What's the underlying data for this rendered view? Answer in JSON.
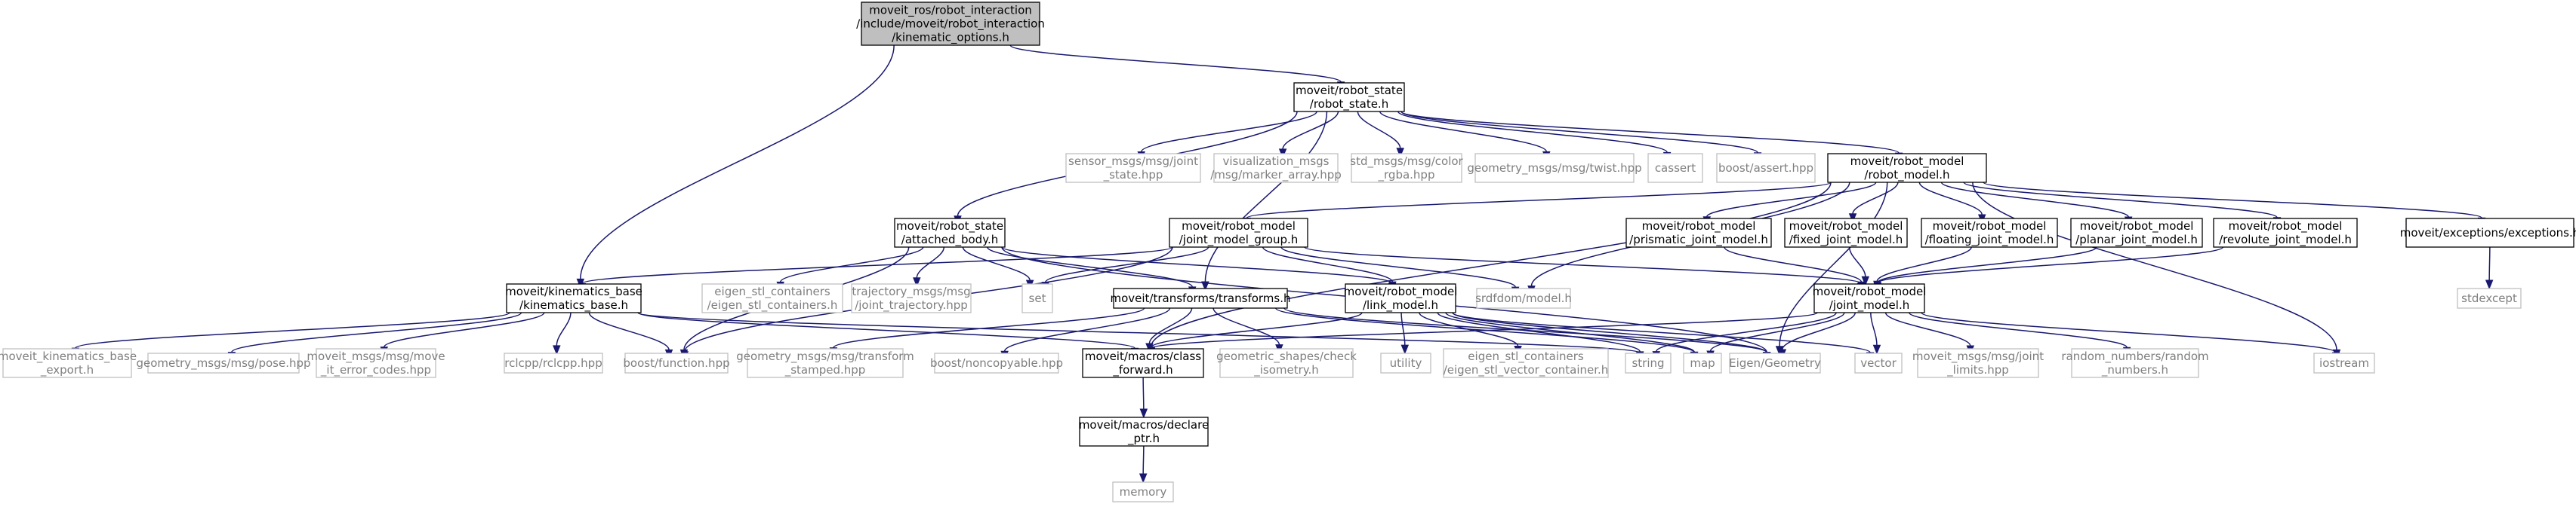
{
  "colors": {
    "edge": "#191970",
    "node_border": "#000000",
    "external_border": "#bfbfbf",
    "root_fill": "#bfbfbf",
    "external_text": "#7f7f7f"
  },
  "nodes": [
    {
      "id": "root",
      "lines": [
        "moveit_ros/robot_interaction",
        "/include/moveit/robot_interaction",
        "/kinematic_options.h"
      ],
      "kind": "root"
    },
    {
      "id": "robot_state",
      "lines": [
        "moveit/robot_state",
        "/robot_state.h"
      ],
      "kind": "doc"
    },
    {
      "id": "kinematics_base",
      "lines": [
        "moveit/kinematics_base",
        "/kinematics_base.h"
      ],
      "kind": "doc"
    },
    {
      "id": "sensor_msgs",
      "lines": [
        "sensor_msgs/msg/joint",
        "_state.hpp"
      ],
      "kind": "ext"
    },
    {
      "id": "visualization_msgs",
      "lines": [
        "visualization_msgs",
        "/msg/marker_array.hpp"
      ],
      "kind": "ext"
    },
    {
      "id": "std_msgs",
      "lines": [
        "std_msgs/msg/color",
        "_rgba.hpp"
      ],
      "kind": "ext"
    },
    {
      "id": "twist",
      "lines": [
        "geometry_msgs/msg/twist.hpp"
      ],
      "kind": "ext"
    },
    {
      "id": "cassert",
      "lines": [
        "cassert"
      ],
      "kind": "ext"
    },
    {
      "id": "boost_assert",
      "lines": [
        "boost/assert.hpp"
      ],
      "kind": "ext"
    },
    {
      "id": "robot_model",
      "lines": [
        "moveit/robot_model",
        "/robot_model.h"
      ],
      "kind": "doc"
    },
    {
      "id": "attached_body",
      "lines": [
        "moveit/robot_state",
        "/attached_body.h"
      ],
      "kind": "doc"
    },
    {
      "id": "joint_model_group",
      "lines": [
        "moveit/robot_model",
        "/joint_model_group.h"
      ],
      "kind": "doc"
    },
    {
      "id": "prismatic",
      "lines": [
        "moveit/robot_model",
        "/prismatic_joint_model.h"
      ],
      "kind": "doc"
    },
    {
      "id": "fixed",
      "lines": [
        "moveit/robot_model",
        "/fixed_joint_model.h"
      ],
      "kind": "doc"
    },
    {
      "id": "floating",
      "lines": [
        "moveit/robot_model",
        "/floating_joint_model.h"
      ],
      "kind": "doc"
    },
    {
      "id": "planar",
      "lines": [
        "moveit/robot_model",
        "/planar_joint_model.h"
      ],
      "kind": "doc"
    },
    {
      "id": "revolute",
      "lines": [
        "moveit/robot_model",
        "/revolute_joint_model.h"
      ],
      "kind": "doc"
    },
    {
      "id": "exceptions",
      "lines": [
        "moveit/exceptions/exceptions.h"
      ],
      "kind": "doc"
    },
    {
      "id": "eigen_stl",
      "lines": [
        "eigen_stl_containers",
        "/eigen_stl_containers.h"
      ],
      "kind": "ext"
    },
    {
      "id": "trajectory_msgs",
      "lines": [
        "trajectory_msgs/msg",
        "/joint_trajectory.hpp"
      ],
      "kind": "ext"
    },
    {
      "id": "set",
      "lines": [
        "set"
      ],
      "kind": "ext"
    },
    {
      "id": "transforms",
      "lines": [
        "moveit/transforms/transforms.h"
      ],
      "kind": "doc"
    },
    {
      "id": "link_model",
      "lines": [
        "moveit/robot_model",
        "/link_model.h"
      ],
      "kind": "doc"
    },
    {
      "id": "srdfdom",
      "lines": [
        "srdfdom/model.h"
      ],
      "kind": "ext"
    },
    {
      "id": "joint_model",
      "lines": [
        "moveit/robot_model",
        "/joint_model.h"
      ],
      "kind": "doc"
    },
    {
      "id": "stdexcept",
      "lines": [
        "stdexcept"
      ],
      "kind": "ext"
    },
    {
      "id": "kb_export",
      "lines": [
        "moveit_kinematics_base",
        "_export.h"
      ],
      "kind": "ext"
    },
    {
      "id": "pose",
      "lines": [
        "geometry_msgs/msg/pose.hpp"
      ],
      "kind": "ext"
    },
    {
      "id": "move_it_error",
      "lines": [
        "moveit_msgs/msg/move",
        "_it_error_codes.hpp"
      ],
      "kind": "ext"
    },
    {
      "id": "rclcpp",
      "lines": [
        "rclcpp/rclcpp.hpp"
      ],
      "kind": "ext"
    },
    {
      "id": "boost_function",
      "lines": [
        "boost/function.hpp"
      ],
      "kind": "ext"
    },
    {
      "id": "transform_stamped",
      "lines": [
        "geometry_msgs/msg/transform",
        "_stamped.hpp"
      ],
      "kind": "ext"
    },
    {
      "id": "noncopyable",
      "lines": [
        "boost/noncopyable.hpp"
      ],
      "kind": "ext"
    },
    {
      "id": "class_forward",
      "lines": [
        "moveit/macros/class",
        "_forward.h"
      ],
      "kind": "doc"
    },
    {
      "id": "check_isometry",
      "lines": [
        "geometric_shapes/check",
        "_isometry.h"
      ],
      "kind": "ext"
    },
    {
      "id": "utility",
      "lines": [
        "utility"
      ],
      "kind": "ext"
    },
    {
      "id": "eigen_vec",
      "lines": [
        "eigen_stl_containers",
        "/eigen_stl_vector_container.h"
      ],
      "kind": "ext"
    },
    {
      "id": "string",
      "lines": [
        "string"
      ],
      "kind": "ext"
    },
    {
      "id": "map",
      "lines": [
        "map"
      ],
      "kind": "ext"
    },
    {
      "id": "eigen_geometry",
      "lines": [
        "Eigen/Geometry"
      ],
      "kind": "ext"
    },
    {
      "id": "vector",
      "lines": [
        "vector"
      ],
      "kind": "ext"
    },
    {
      "id": "joint_limits",
      "lines": [
        "moveit_msgs/msg/joint",
        "_limits.hpp"
      ],
      "kind": "ext"
    },
    {
      "id": "random_numbers",
      "lines": [
        "random_numbers/random",
        "_numbers.h"
      ],
      "kind": "ext"
    },
    {
      "id": "iostream",
      "lines": [
        "iostream"
      ],
      "kind": "ext"
    },
    {
      "id": "declare_ptr",
      "lines": [
        "moveit/macros/declare",
        "_ptr.h"
      ],
      "kind": "doc"
    },
    {
      "id": "memory",
      "lines": [
        "memory"
      ],
      "kind": "ext"
    }
  ],
  "edges": [
    [
      "root",
      "robot_state"
    ],
    [
      "root",
      "kinematics_base"
    ],
    [
      "robot_state",
      "sensor_msgs"
    ],
    [
      "robot_state",
      "visualization_msgs"
    ],
    [
      "robot_state",
      "std_msgs"
    ],
    [
      "robot_state",
      "twist"
    ],
    [
      "robot_state",
      "cassert"
    ],
    [
      "robot_state",
      "boost_assert"
    ],
    [
      "robot_state",
      "robot_model"
    ],
    [
      "robot_state",
      "attached_body"
    ],
    [
      "robot_state",
      "transforms"
    ],
    [
      "robot_model",
      "joint_model_group"
    ],
    [
      "robot_model",
      "prismatic"
    ],
    [
      "robot_model",
      "fixed"
    ],
    [
      "robot_model",
      "floating"
    ],
    [
      "robot_model",
      "planar"
    ],
    [
      "robot_model",
      "revolute"
    ],
    [
      "robot_model",
      "exceptions"
    ],
    [
      "robot_model",
      "class_forward"
    ],
    [
      "robot_model",
      "srdfdom"
    ],
    [
      "robot_model",
      "eigen_geometry"
    ],
    [
      "robot_model",
      "iostream"
    ],
    [
      "attached_body",
      "eigen_stl"
    ],
    [
      "attached_body",
      "trajectory_msgs"
    ],
    [
      "attached_body",
      "set"
    ],
    [
      "attached_body",
      "transforms"
    ],
    [
      "attached_body",
      "link_model"
    ],
    [
      "attached_body",
      "boost_function"
    ],
    [
      "attached_body",
      "eigen_geometry"
    ],
    [
      "joint_model_group",
      "kinematics_base"
    ],
    [
      "joint_model_group",
      "set"
    ],
    [
      "joint_model_group",
      "link_model"
    ],
    [
      "joint_model_group",
      "srdfdom"
    ],
    [
      "joint_model_group",
      "joint_model"
    ],
    [
      "joint_model_group",
      "boost_function"
    ],
    [
      "prismatic",
      "joint_model"
    ],
    [
      "fixed",
      "joint_model"
    ],
    [
      "floating",
      "joint_model"
    ],
    [
      "planar",
      "joint_model"
    ],
    [
      "revolute",
      "joint_model"
    ],
    [
      "exceptions",
      "stdexcept"
    ],
    [
      "kinematics_base",
      "kb_export"
    ],
    [
      "kinematics_base",
      "pose"
    ],
    [
      "kinematics_base",
      "move_it_error"
    ],
    [
      "kinematics_base",
      "rclcpp"
    ],
    [
      "kinematics_base",
      "boost_function"
    ],
    [
      "kinematics_base",
      "class_forward"
    ],
    [
      "kinematics_base",
      "string"
    ],
    [
      "transforms",
      "transform_stamped"
    ],
    [
      "transforms",
      "noncopyable"
    ],
    [
      "transforms",
      "class_forward"
    ],
    [
      "transforms",
      "check_isometry"
    ],
    [
      "transforms",
      "eigen_geometry"
    ],
    [
      "transforms",
      "map"
    ],
    [
      "link_model",
      "class_forward"
    ],
    [
      "link_model",
      "utility"
    ],
    [
      "link_model",
      "eigen_vec"
    ],
    [
      "link_model",
      "string"
    ],
    [
      "link_model",
      "map"
    ],
    [
      "link_model",
      "eigen_geometry"
    ],
    [
      "link_model",
      "vector"
    ],
    [
      "joint_model",
      "class_forward"
    ],
    [
      "joint_model",
      "string"
    ],
    [
      "joint_model",
      "map"
    ],
    [
      "joint_model",
      "eigen_geometry"
    ],
    [
      "joint_model",
      "vector"
    ],
    [
      "joint_model",
      "joint_limits"
    ],
    [
      "joint_model",
      "random_numbers"
    ],
    [
      "joint_model",
      "iostream"
    ],
    [
      "class_forward",
      "declare_ptr"
    ],
    [
      "declare_ptr",
      "memory"
    ]
  ]
}
